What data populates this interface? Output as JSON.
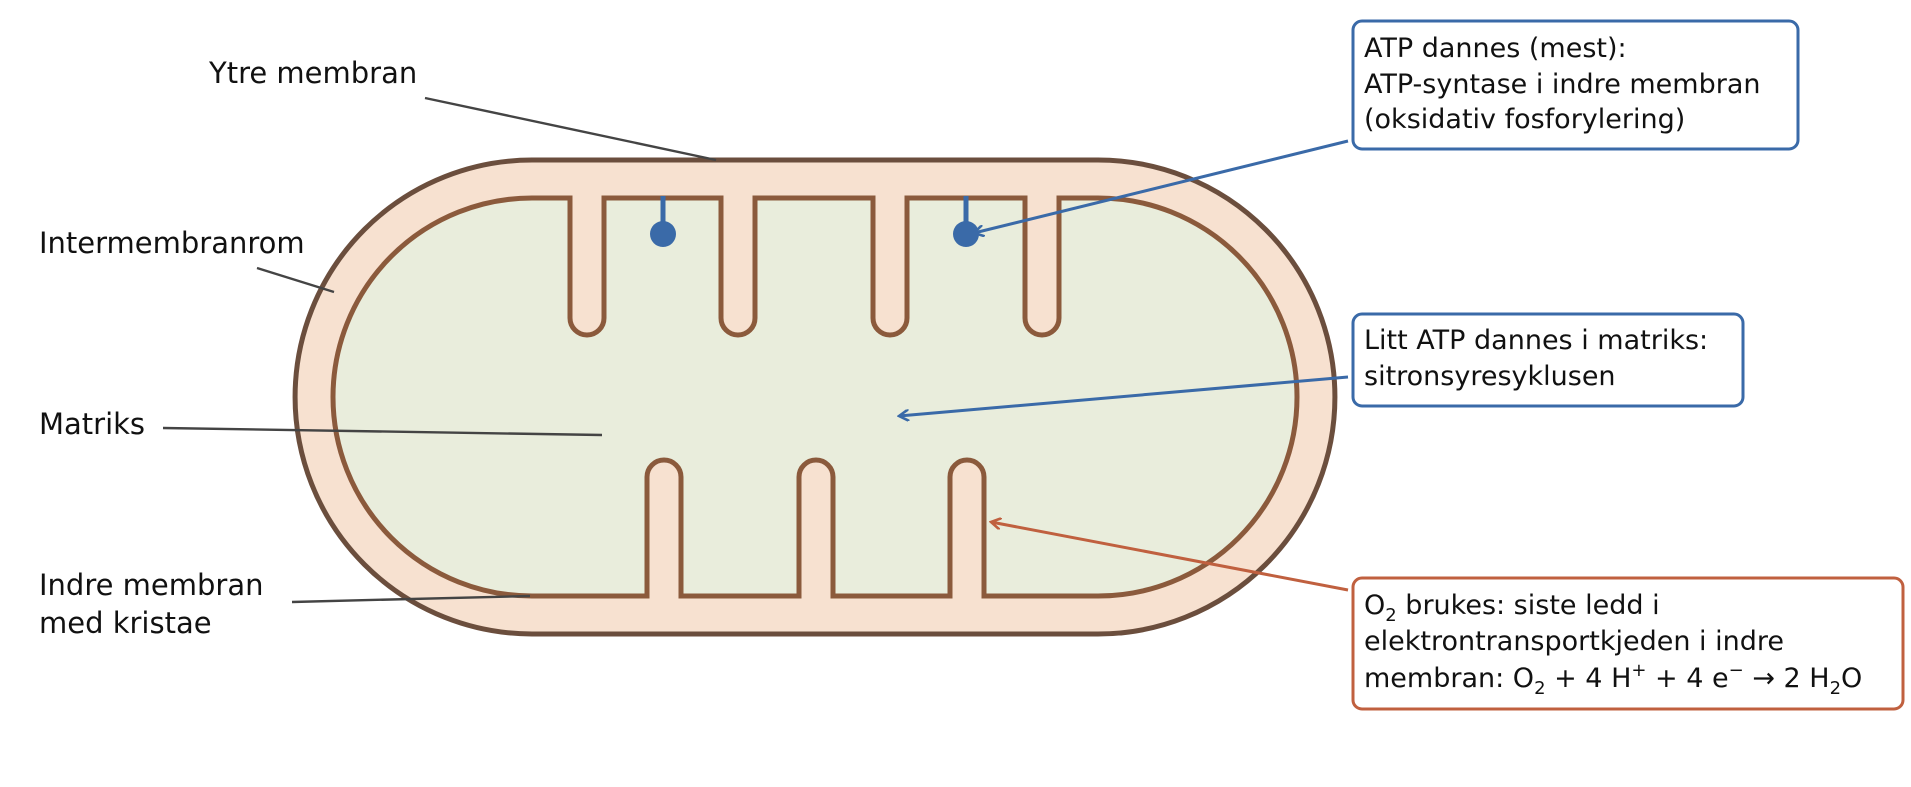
{
  "labels": {
    "outer_membrane": "Ytre membran",
    "intermembrane_space": "Intermembranrom",
    "matrix": "Matriks",
    "inner_membrane_line1": "Indre membran",
    "inner_membrane_line2": "med kristae"
  },
  "boxes": {
    "atp_synthase": {
      "line1": "ATP dannes (mest):",
      "line2": "ATP-syntase i indre membran",
      "line3": "(oksidativ fosforylering)"
    },
    "citric_acid": {
      "line1": "Litt ATP dannes i matriks:",
      "line2": "sitronsyresyklusen"
    },
    "oxygen": {
      "o": "O",
      "two": "2",
      "line1_rest": " brukes: siste ledd i",
      "line2": "elektrontransportkjeden i indre",
      "line3_prefix": "membran: ",
      "eq_o": "O",
      "eq_2": "2",
      "eq_plus1": " + 4 H",
      "eq_plus_sup": "+",
      "eq_plus2": " + 4 e",
      "eq_minus_sup": "−",
      "eq_arrow": " → 2 H",
      "eq_h2": "2",
      "eq_o_end": "O"
    }
  },
  "colors": {
    "outer_membrane": "#6b4e3d",
    "inner_membrane": "#8b5a3c",
    "intermembrane_fill": "#f7e1d0",
    "matrix_fill": "#e9eddc",
    "atp_blue": "#3a6aa8",
    "oxygen_red": "#c0603f",
    "leader_line": "#444444"
  }
}
